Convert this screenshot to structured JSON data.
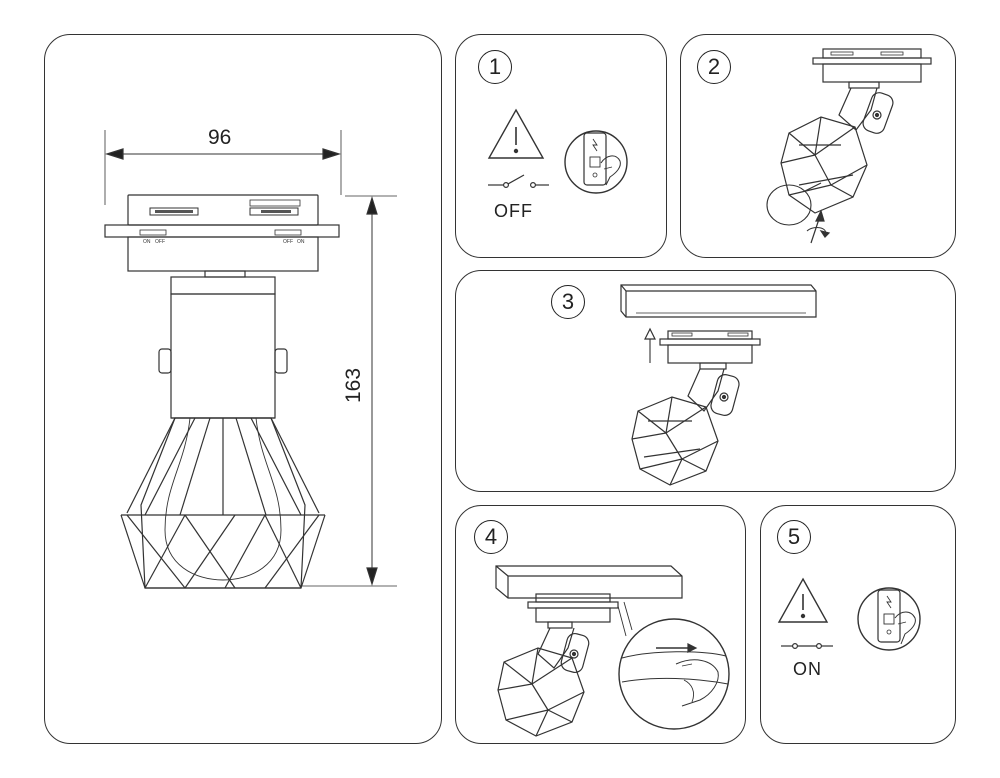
{
  "dimensions": {
    "width_label": "96",
    "height_label": "163"
  },
  "steps": [
    {
      "number": "1",
      "caption": "OFF"
    },
    {
      "number": "2"
    },
    {
      "number": "3"
    },
    {
      "number": "4"
    },
    {
      "number": "5",
      "caption": "ON"
    }
  ],
  "adapter_markings": {
    "left": "ON",
    "left2": "OFF",
    "right": "OFF",
    "right2": "ON"
  }
}
